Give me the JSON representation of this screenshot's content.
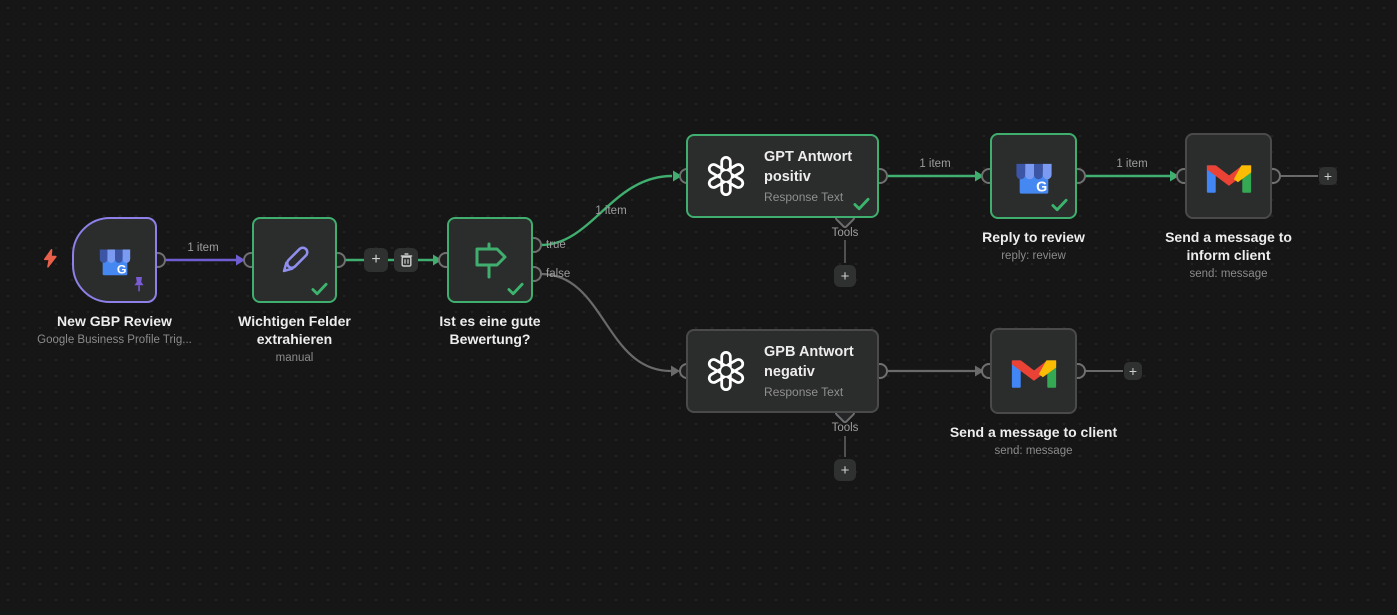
{
  "ui": {
    "plus": "+",
    "item_label": "1 item",
    "true_label": "true",
    "false_label": "false",
    "tools_label": "Tools",
    "gbp_letter": "G"
  },
  "colors": {
    "background": "#161616",
    "node_fill": "#2b2c2c",
    "executed_border": "#3fae6e",
    "default_border": "#4a4a4a",
    "pinned_border": "#8d80e8",
    "pinned_connection": "#6e5ed2",
    "success_connection": "#3fae6e",
    "default_connection": "#6a6a6a"
  },
  "nodes": [
    {
      "title": "New GBP Review",
      "subtitle": "Google Business Profile Trig...",
      "type": "google-business-profile-trigger",
      "state": "pinned"
    },
    {
      "title": "Wichtigen Felder extrahieren",
      "subtitle": "manual",
      "type": "edit-fields",
      "state": "success"
    },
    {
      "title": "Ist es eine gute Bewertung?",
      "subtitle": "",
      "type": "if",
      "state": "success"
    },
    {
      "title": "GPT Antwort positiv",
      "subtitle": "Response Text",
      "type": "openai",
      "state": "success"
    },
    {
      "title": "Reply to review",
      "subtitle": "reply: review",
      "type": "google-business-profile",
      "state": "success"
    },
    {
      "title": "Send a message to inform client",
      "subtitle": "send: message",
      "type": "gmail",
      "state": "default"
    },
    {
      "title": "GPB Antwort negativ",
      "subtitle": "Response Text",
      "type": "openai",
      "state": "default"
    },
    {
      "title": "Send a message to client",
      "subtitle": "send: message",
      "type": "gmail",
      "state": "default"
    }
  ]
}
